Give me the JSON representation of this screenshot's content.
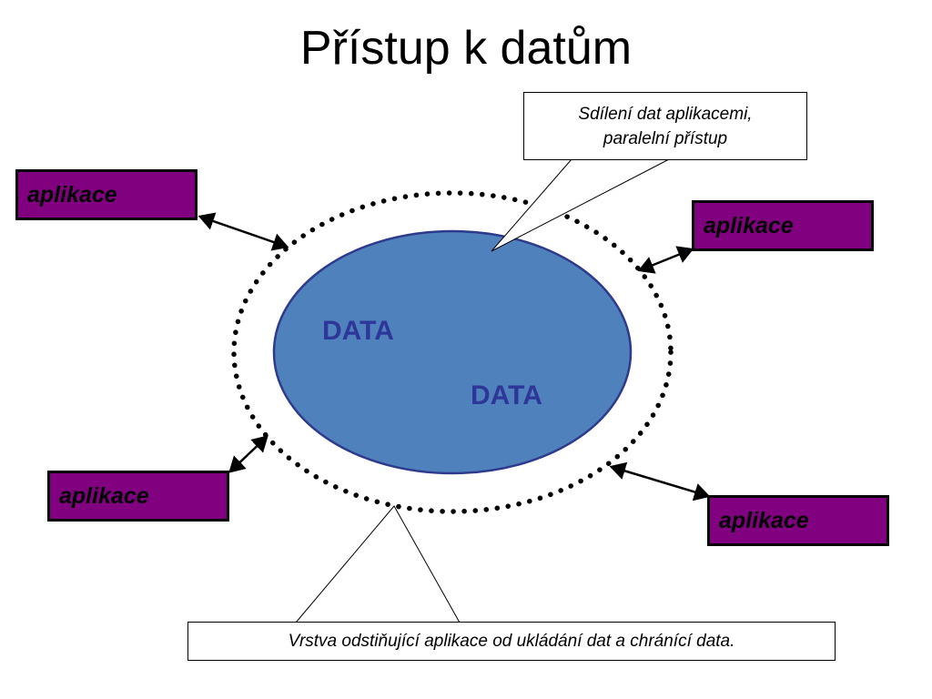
{
  "title": "Přístup k datům",
  "apps": {
    "top_left": "aplikace",
    "top_right": "aplikace",
    "bottom_left": "aplikace",
    "bottom_right": "aplikace"
  },
  "data_labels": [
    "DATA",
    "DATA"
  ],
  "callouts": {
    "top": [
      "Sdílení dat aplikacemi,",
      "paralelní přístup"
    ],
    "bottom": "Vrstva odstiňující aplikace od ukládání dat a chránící data."
  },
  "colors": {
    "app_fill": "#800080",
    "data_fill": "#4f81bd",
    "data_border": "#2e3a8c",
    "data_text": "#2f3699"
  }
}
